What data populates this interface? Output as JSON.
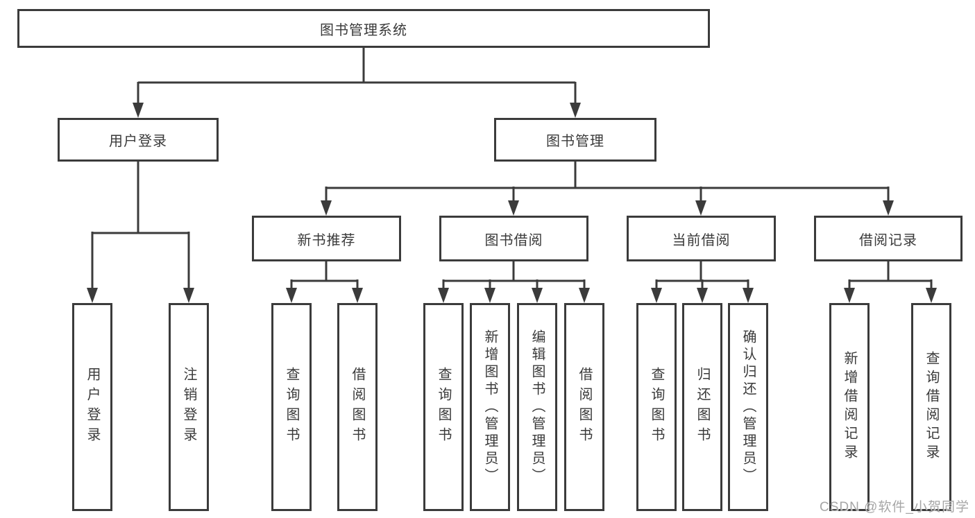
{
  "diagram_title": "图书管理系统",
  "nodes": {
    "root": "图书管理系统",
    "user_login": "用户登录",
    "book_management": "图书管理",
    "new_book_recommend": "新书推荐",
    "book_borrow": "图书借阅",
    "current_borrow": "当前借阅",
    "borrow_record": "借阅记录",
    "leaf_user_login": "用户登录",
    "leaf_logout": "注销登录",
    "leaf_rec_query_book": "查询图书",
    "leaf_rec_borrow_book": "借阅图书",
    "leaf_bor_query_book": "查询图书",
    "leaf_bor_add_book_admin": "新增图书（管理员）",
    "leaf_bor_edit_book_admin": "编辑图书（管理员）",
    "leaf_bor_borrow_book": "借阅图书",
    "leaf_cur_query_book": "查询图书",
    "leaf_cur_return_book": "归还图书",
    "leaf_cur_confirm_return_admin": "确认归还（管理员）",
    "leaf_record_add_borrow_record": "新增借阅记录",
    "leaf_record_query_borrow_record": "查询借阅记录"
  },
  "watermark": "CSDN @软件_小贺同学",
  "colors": {
    "line": "#3b3b3b",
    "text": "#3a3a3a",
    "background": "#ffffff",
    "watermark": "#969696"
  }
}
